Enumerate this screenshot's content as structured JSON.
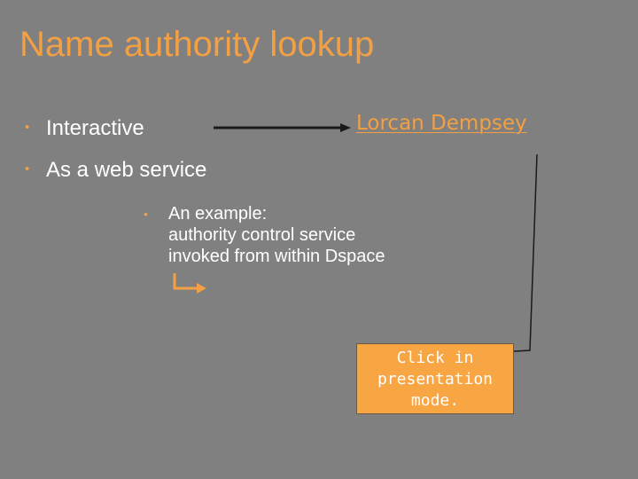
{
  "slide": {
    "title": "Name authority lookup",
    "bullets": [
      "Interactive",
      "As a web service"
    ],
    "sub_bullet": {
      "lines": [
        "An example:",
        "authority control service",
        "invoked from within Dspace"
      ]
    },
    "link_text": "Lorcan Dempsey",
    "note": {
      "lines": [
        "Click in",
        "presentation",
        "mode."
      ]
    }
  },
  "icons": {
    "arrow": "right-arrow-icon",
    "return_arrow": "return-arrow-icon"
  },
  "colors": {
    "background": "#808080",
    "accent": "#f2a043",
    "text": "#ffffff",
    "note_fill": "#f8a544"
  }
}
